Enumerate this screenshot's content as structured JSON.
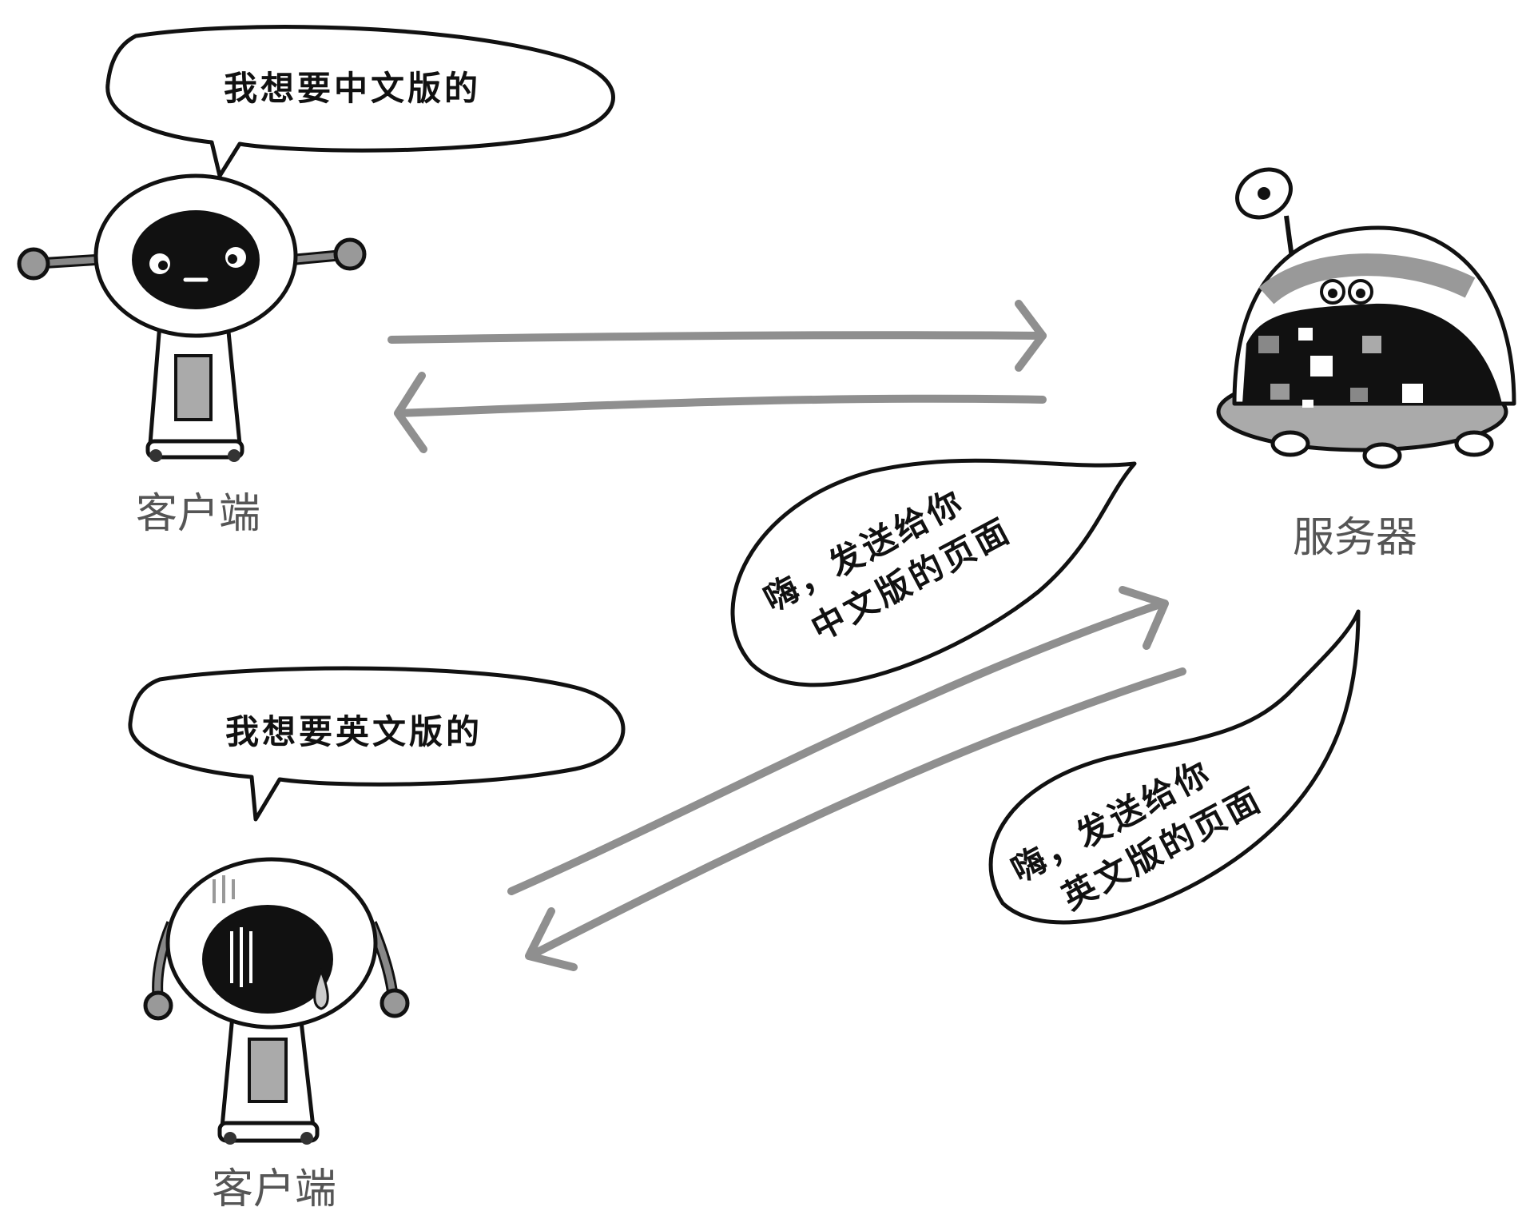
{
  "client_top": {
    "label": "客户端",
    "speech": "我想要中文版的"
  },
  "server": {
    "label": "服务器"
  },
  "server_reply_chinese": {
    "line1": "嗨，发送给你",
    "line2": "中文版的页面"
  },
  "client_bottom": {
    "label": "客户端",
    "speech": "我想要英文版的"
  },
  "server_reply_english": {
    "line1": "嗨，发送给你",
    "line2": "英文版的页面"
  },
  "colors": {
    "arrow": "#8f8f8f",
    "outline": "#111111",
    "label_text": "#555555"
  },
  "icons": [
    "robot-client-happy",
    "robot-client-sad",
    "robot-server-dome",
    "request-arrow",
    "response-arrow"
  ]
}
